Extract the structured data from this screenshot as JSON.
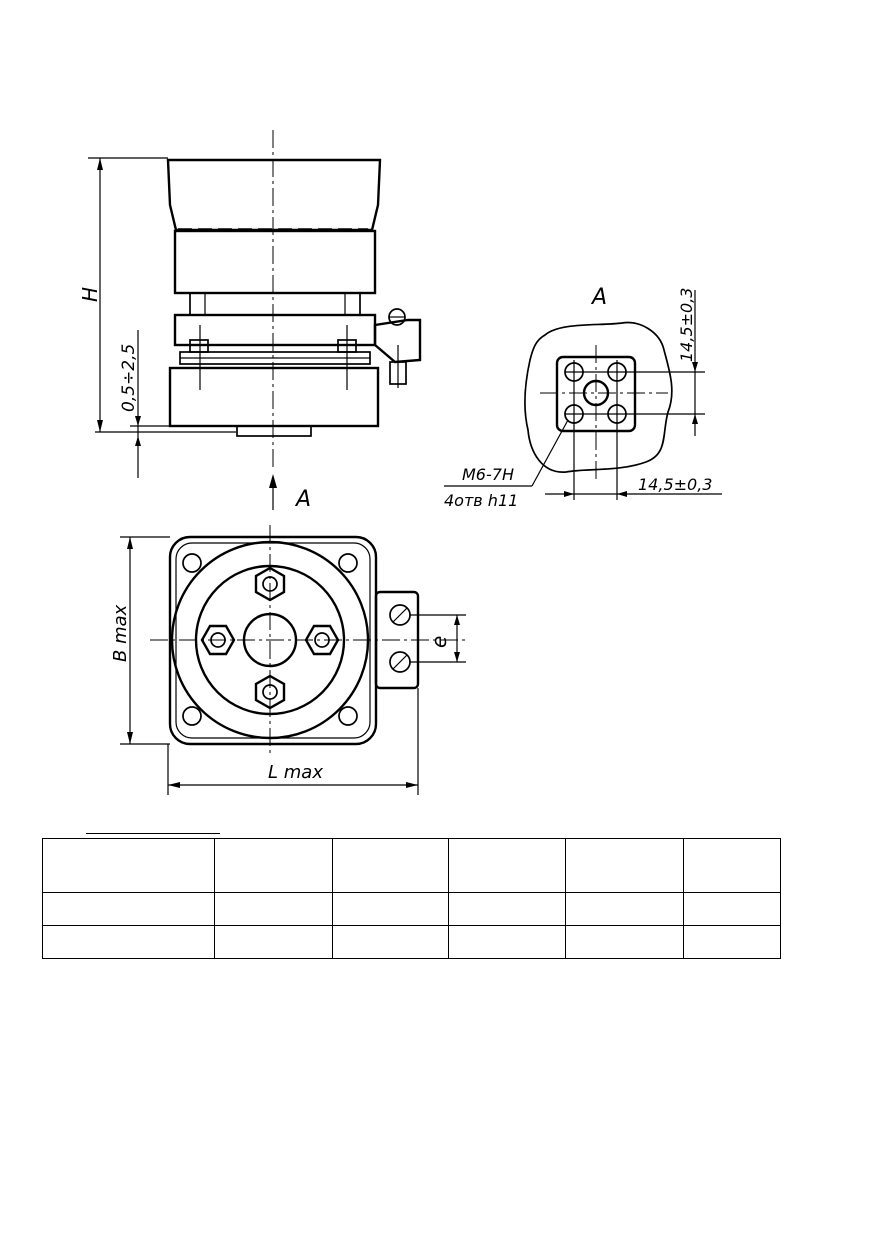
{
  "drawing": {
    "side_view": {
      "height_label": "H",
      "gap_label": "0,5÷2,5",
      "view_arrow_label": "A"
    },
    "detail_view": {
      "view_label": "A",
      "thread_label": "М6-7Н",
      "holes_label": "4отв h11",
      "vertical_dim_label": "14,5±0,3",
      "horizontal_dim_label": "14,5±0,3"
    },
    "top_view": {
      "width_label": "В max",
      "length_label": "L max",
      "offset_label": "е"
    }
  },
  "table": {
    "columns": [
      "",
      "",
      "",
      "",
      "",
      ""
    ],
    "rows": [
      [
        "",
        "",
        "",
        "",
        "",
        ""
      ],
      [
        "",
        "",
        "",
        "",
        "",
        ""
      ]
    ]
  }
}
